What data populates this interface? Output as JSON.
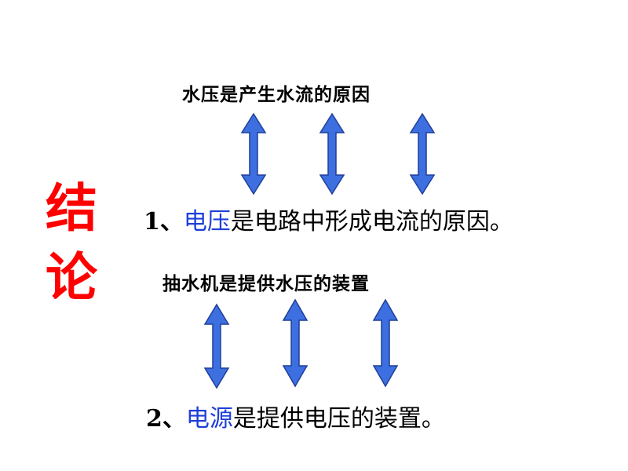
{
  "side_title": [
    "结",
    "论"
  ],
  "caption_top": "水压是产生水流的原因",
  "caption_mid": "抽水机是提供水压的装置",
  "statement_1": {
    "number": "1、",
    "highlight": "电压",
    "rest": "是电路中形成电流的原因。"
  },
  "statement_2": {
    "number": "2、",
    "highlight": "电源",
    "rest": "是提供电压的装置。"
  },
  "colors": {
    "title": "#ff0000",
    "arrow_fill": "#3d6fe0",
    "arrow_stroke": "#1f3f9a",
    "highlight_text": "#1f3fd8"
  },
  "icons": [
    "double-arrow-icon"
  ]
}
